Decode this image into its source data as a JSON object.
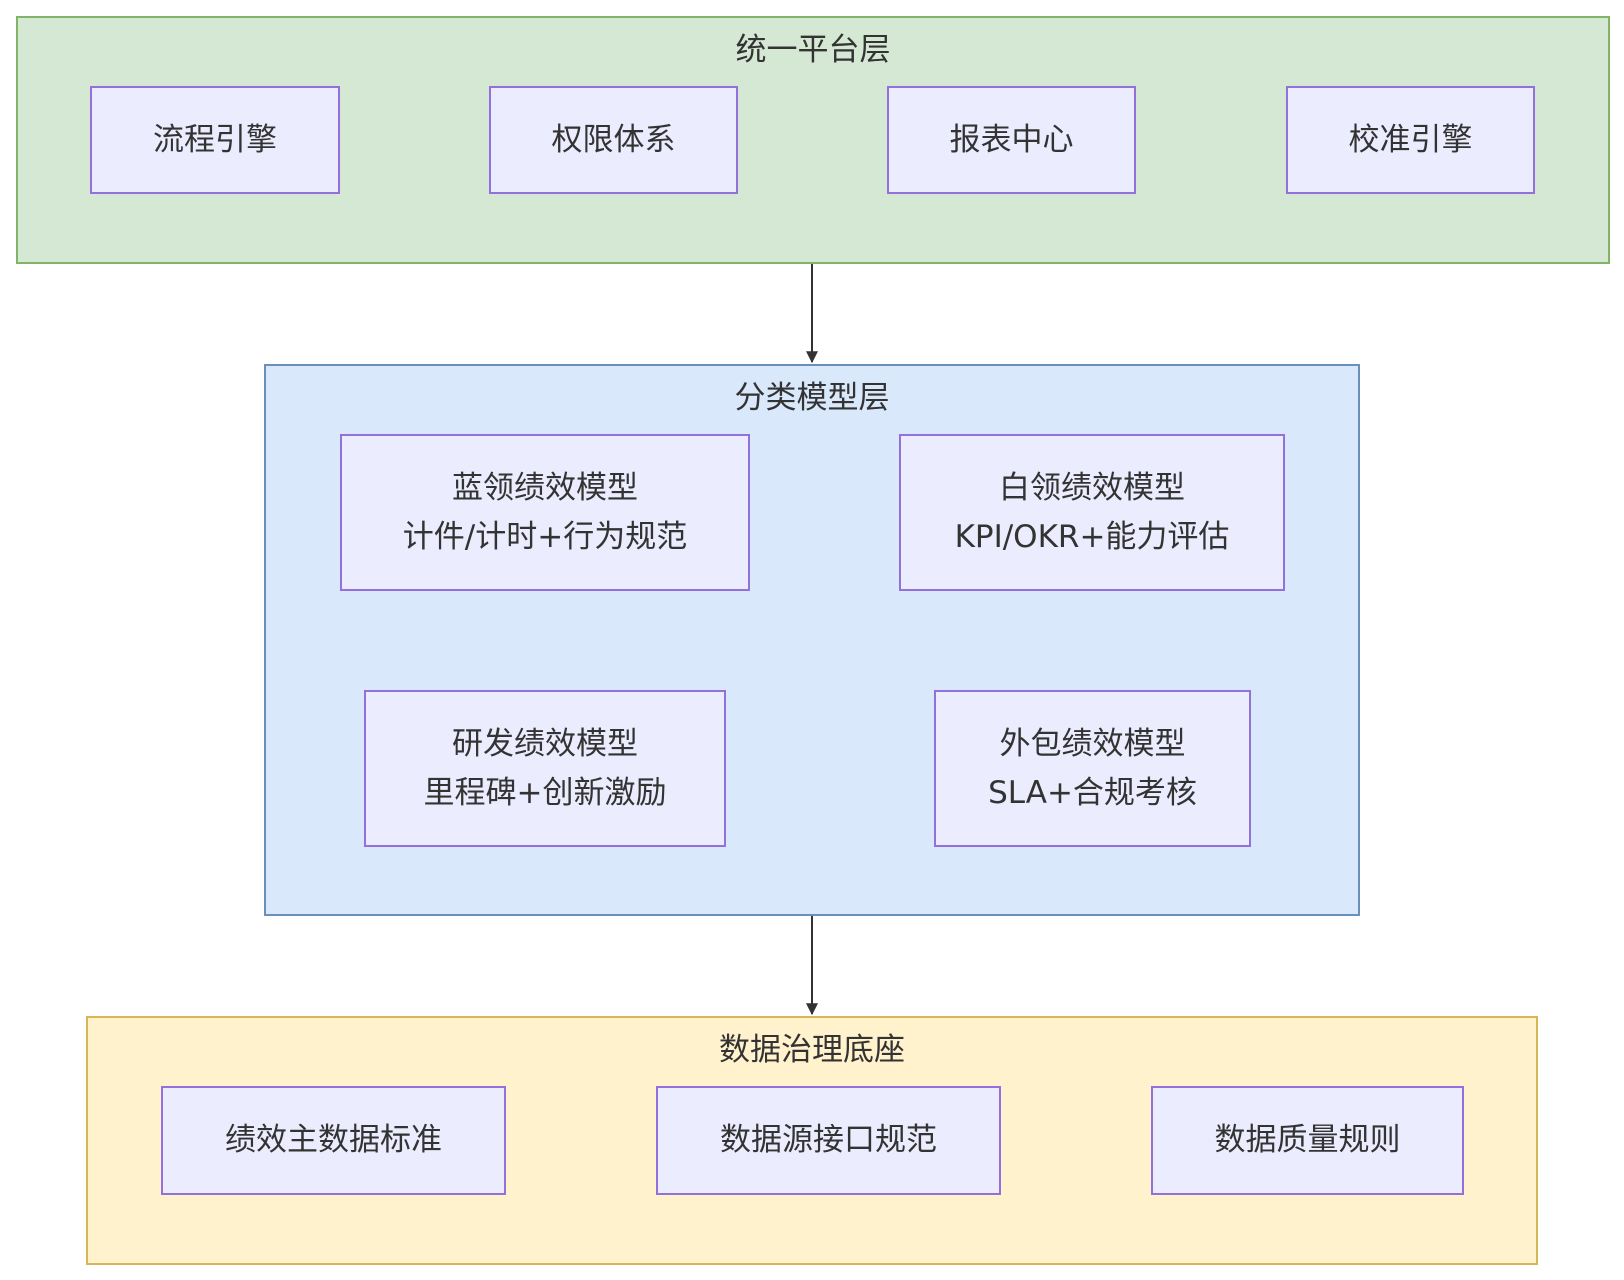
{
  "colors": {
    "platform_fill": "#D5E8D4",
    "platform_border": "#82B366",
    "model_fill": "#DAE8FC",
    "model_border": "#6C8EBF",
    "data_fill": "#FFF2CC",
    "data_border": "#D6B656",
    "node_fill": "#ECECFF",
    "node_border": "#9370DB",
    "edge": "#333333"
  },
  "platform_layer": {
    "title": "统一平台层",
    "nodes": [
      "流程引擎",
      "权限体系",
      "报表中心",
      "校准引擎"
    ]
  },
  "model_layer": {
    "title": "分类模型层",
    "nodes": [
      {
        "name": "蓝领绩效模型",
        "detail": "计件/计时+行为规范"
      },
      {
        "name": "白领绩效模型",
        "detail": "KPI/OKR+能力评估"
      },
      {
        "name": "研发绩效模型",
        "detail": "里程碑+创新激励"
      },
      {
        "name": "外包绩效模型",
        "detail": "SLA+合规考核"
      }
    ]
  },
  "data_layer": {
    "title": "数据治理底座",
    "nodes": [
      "绩效主数据标准",
      "数据源接口规范",
      "数据质量规则"
    ]
  }
}
